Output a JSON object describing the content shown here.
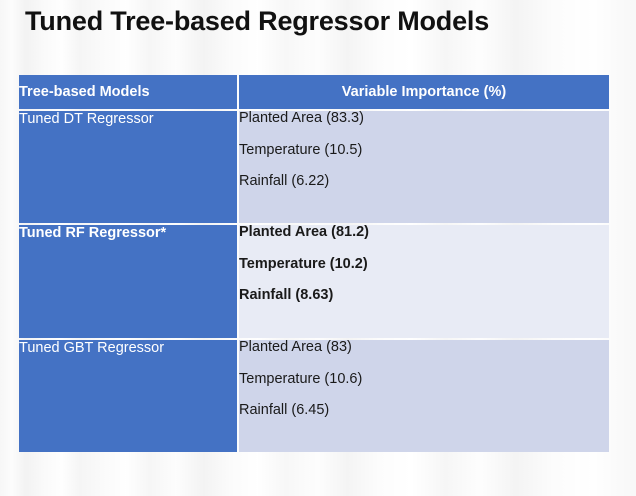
{
  "slide": {
    "title": "Tuned Tree-based Regressor Models",
    "accent_color": "#4472C4",
    "row_shade_a": "#CFD5EA",
    "row_shade_b": "#E8EBF5",
    "title_color": "#111111",
    "background_color": "#ededed"
  },
  "table": {
    "headers": {
      "model": "Tree-based Models",
      "importance": "Variable Importance (%)"
    },
    "rows": [
      {
        "model": "Tuned DT Regressor",
        "emphasis": false,
        "shade": "shade-a",
        "importance": [
          "Planted Area (83.3)",
          "Temperature (10.5)",
          "Rainfall (6.22)"
        ]
      },
      {
        "model": "Tuned RF Regressor*",
        "emphasis": true,
        "shade": "shade-b",
        "importance": [
          "Planted Area (81.2)",
          "Temperature (10.2)",
          "Rainfall (8.63)"
        ]
      },
      {
        "model": "Tuned GBT Regressor",
        "emphasis": false,
        "shade": "shade-a",
        "importance": [
          "Planted Area (83)",
          "Temperature (10.6)",
          "Rainfall (6.45)"
        ]
      }
    ]
  }
}
